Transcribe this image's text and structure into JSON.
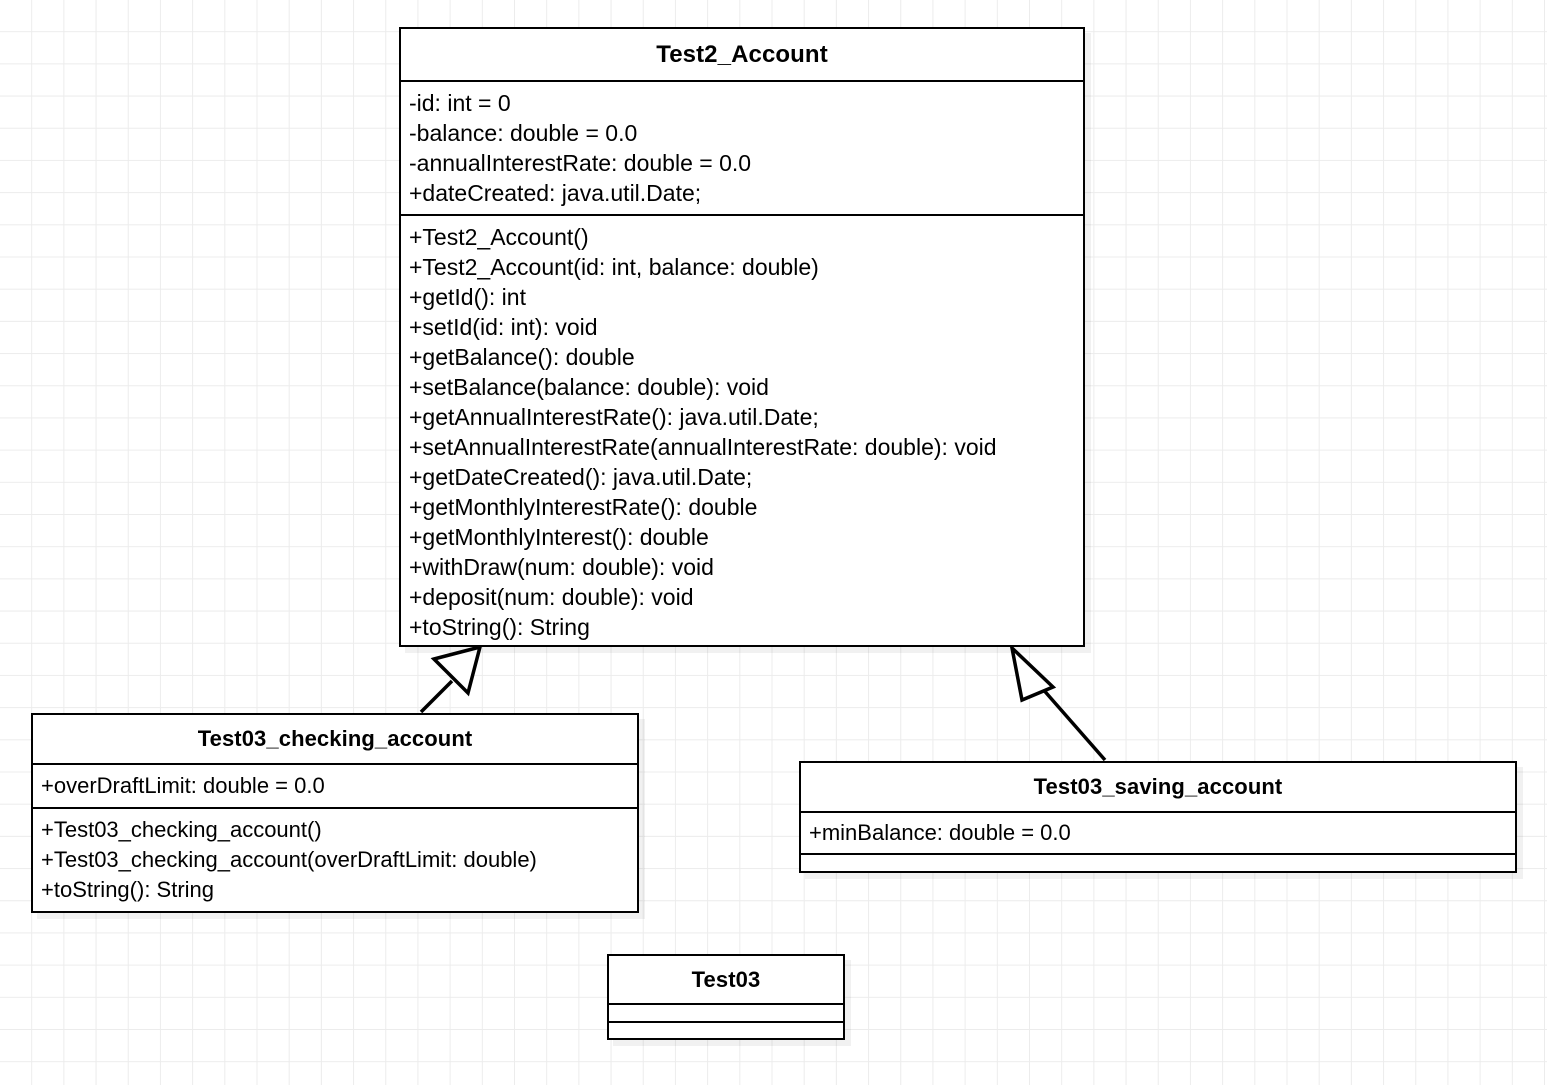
{
  "diagram": {
    "kind": "uml-class-diagram",
    "background": "#ffffff",
    "grid_color": "#ececec",
    "line_color": "#000000",
    "classes": [
      {
        "id": "account",
        "name": "Test2_Account",
        "attributes": [
          "-id: int = 0",
          "-balance: double = 0.0",
          "-annualInterestRate: double = 0.0",
          "+dateCreated: java.util.Date;"
        ],
        "methods": [
          "+Test2_Account()",
          "+Test2_Account(id: int, balance: double)",
          "+getId(): int",
          "+setId(id: int): void",
          "+getBalance(): double",
          "+setBalance(balance: double): void",
          "+getAnnualInterestRate(): java.util.Date;",
          "+setAnnualInterestRate(annualInterestRate: double): void",
          "+getDateCreated(): java.util.Date;",
          "+getMonthlyInterestRate(): double",
          "+getMonthlyInterest(): double",
          "+withDraw(num: double): void",
          "+deposit(num: double): void",
          "+toString(): String"
        ]
      },
      {
        "id": "checking",
        "name": "Test03_checking_account",
        "attributes": [
          "+overDraftLimit: double = 0.0"
        ],
        "methods": [
          "+Test03_checking_account()",
          "+Test03_checking_account(overDraftLimit: double)",
          "+toString(): String"
        ]
      },
      {
        "id": "saving",
        "name": "Test03_saving_account",
        "attributes": [
          "+minBalance: double = 0.0"
        ],
        "methods": []
      },
      {
        "id": "test03",
        "name": "Test03",
        "attributes": [],
        "methods": []
      }
    ],
    "relationships": [
      {
        "type": "generalization",
        "from": "Test03_checking_account",
        "to": "Test2_Account",
        "arrowhead": "hollow-triangle"
      },
      {
        "type": "generalization",
        "from": "Test03_saving_account",
        "to": "Test2_Account",
        "arrowhead": "hollow-triangle"
      }
    ]
  }
}
